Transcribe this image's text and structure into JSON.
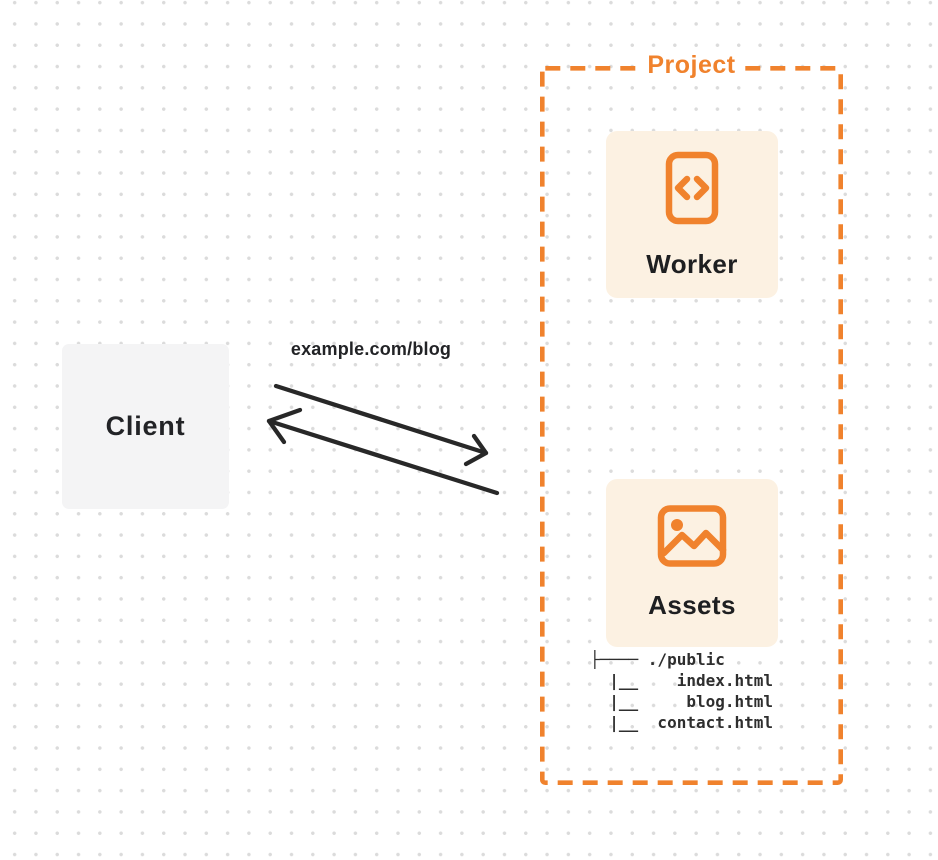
{
  "diagram": {
    "client": {
      "label": "Client"
    },
    "request": {
      "url_label": "example.com/blog"
    },
    "arrows": [
      {
        "name": "request-arrow",
        "direction": "client-to-project"
      },
      {
        "name": "response-arrow",
        "direction": "project-to-client"
      }
    ],
    "project": {
      "label": "Project",
      "worker": {
        "label": "Worker",
        "icon": "code-document-icon"
      },
      "assets": {
        "label": "Assets",
        "icon": "image-icon",
        "file_tree": "├──── ./public\n  |__    index.html\n  |__     blog.html\n  |__  contact.html"
      }
    },
    "colors": {
      "accent_orange": "#f0822d",
      "card_background": "#fcf1e2",
      "client_background": "#f4f4f5",
      "arrow_dark": "#282828",
      "text_dark": "#222326",
      "dot_grid": "#dbdbdb"
    }
  }
}
